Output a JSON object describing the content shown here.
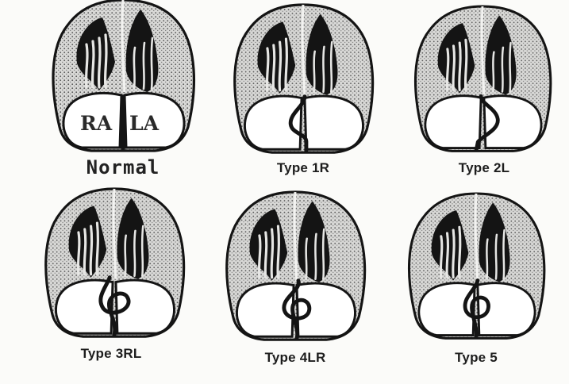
{
  "figure": {
    "panels": [
      {
        "id": "normal",
        "label": "Normal",
        "septum": "normal",
        "chamber_labels": [
          "RA",
          "LA"
        ]
      },
      {
        "id": "type-1r",
        "label": "Type 1R",
        "septum": "bulge-right"
      },
      {
        "id": "type-2l",
        "label": "Type 2L",
        "septum": "bulge-left"
      },
      {
        "id": "type-3rl",
        "label": "Type 3RL",
        "septum": "loop-rl"
      },
      {
        "id": "type-4lr",
        "label": "Type 4LR",
        "septum": "loop-lr"
      },
      {
        "id": "type-5",
        "label": "Type 5",
        "septum": "loop-center"
      }
    ]
  },
  "colors": {
    "ink": "#141414",
    "stipple": "#6e6e6e",
    "paper": "#fbfbf9",
    "atria_fill": "#ffffff"
  }
}
